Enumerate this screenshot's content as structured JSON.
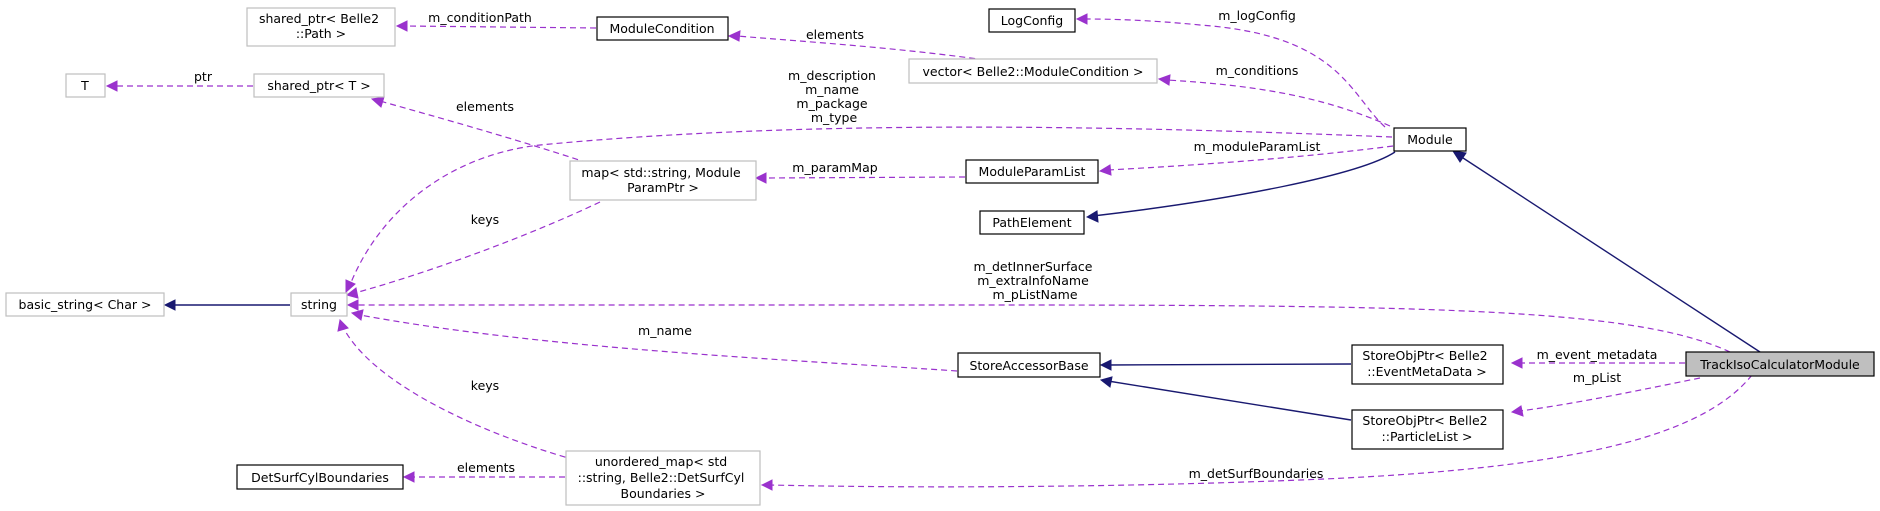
{
  "diagram": {
    "title": "TrackIsoCalculatorModule collaboration diagram",
    "nodes": {
      "shared_ptr_path": [
        "shared_ptr< Belle2",
        "::Path >"
      ],
      "module_condition": [
        "ModuleCondition"
      ],
      "log_config": [
        "LogConfig"
      ],
      "t": [
        "T"
      ],
      "shared_ptr_t": [
        "shared_ptr< T >"
      ],
      "vector_module_condition": [
        "vector< Belle2::ModuleCondition >"
      ],
      "module": [
        "Module"
      ],
      "map_module_param": [
        "map< std::string, Module",
        "ParamPtr >"
      ],
      "module_param_list": [
        "ModuleParamList"
      ],
      "path_element": [
        "PathElement"
      ],
      "basic_string": [
        "basic_string< Char >"
      ],
      "string": [
        "string"
      ],
      "store_accessor_base": [
        "StoreAccessorBase"
      ],
      "store_obj_ptr_event": [
        "StoreObjPtr< Belle2",
        "::EventMetaData >"
      ],
      "track_iso_calculator": [
        "TrackIsoCalculatorModule"
      ],
      "store_obj_ptr_particle": [
        "StoreObjPtr< Belle2",
        "::ParticleList >"
      ],
      "det_surf_cyl": [
        "DetSurfCylBoundaries"
      ],
      "unordered_map": [
        "unordered_map< std",
        "::string, Belle2::DetSurfCyl",
        "Boundaries >"
      ]
    },
    "edge_labels": {
      "m_condition_path": [
        "m_conditionPath"
      ],
      "elements_condition": [
        "elements"
      ],
      "m_log_config": [
        "m_logConfig"
      ],
      "ptr": [
        "ptr"
      ],
      "elements_map": [
        "elements"
      ],
      "module_strings": [
        "m_description",
        "m_name",
        "m_package",
        "m_type"
      ],
      "m_conditions": [
        "m_conditions"
      ],
      "m_module_param_list": [
        "m_moduleParamList"
      ],
      "m_param_map": [
        "m_paramMap"
      ],
      "keys_map": [
        "keys"
      ],
      "track_strings": [
        "m_detInnerSurface",
        "m_extraInfoName",
        "m_pListName"
      ],
      "m_name": [
        "m_name"
      ],
      "keys_unordered": [
        "keys"
      ],
      "m_event_metadata": [
        "m_event_metadata"
      ],
      "m_plist": [
        "m_pList"
      ],
      "m_det_surf_boundaries": [
        "m_detSurfBoundaries"
      ],
      "elements_det": [
        "elements"
      ]
    },
    "colors": {
      "dashed_edge": "#9a32cd",
      "solid_edge": "#191970",
      "focus_fill": "#bfbfbf",
      "gray_border": "#bfbfbf"
    }
  }
}
